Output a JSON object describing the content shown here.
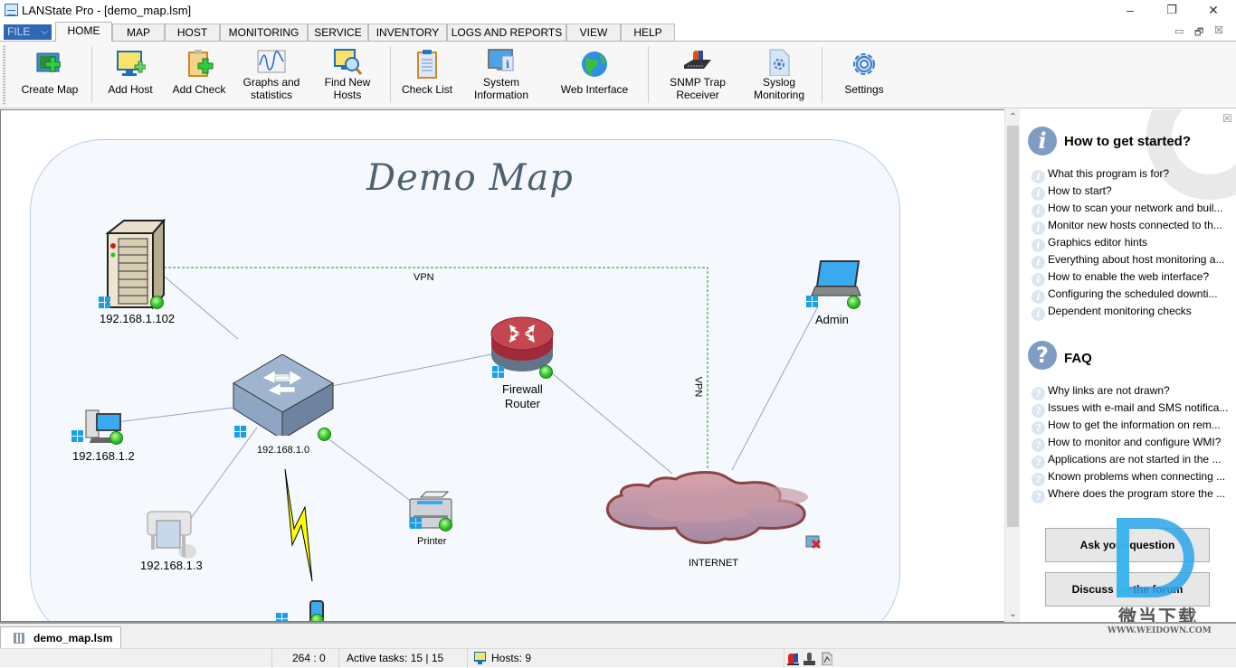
{
  "window": {
    "title": "LANState Pro - [demo_map.lsm]",
    "minimize": "–",
    "restore": "❐",
    "close": "✕"
  },
  "ribbon": {
    "file_label": "FILE",
    "tabs": [
      {
        "label": "HOME",
        "active": true
      },
      {
        "label": "MAP"
      },
      {
        "label": "HOST"
      },
      {
        "label": "MONITORING"
      },
      {
        "label": "SERVICE"
      },
      {
        "label": "INVENTORY"
      },
      {
        "label": "LOGS AND REPORTS"
      },
      {
        "label": "VIEW"
      },
      {
        "label": "HELP"
      }
    ],
    "mdi_buttons": [
      "▭",
      "🗗",
      "☒"
    ],
    "buttons": [
      {
        "label": "Create Map",
        "icon": "create-map-icon"
      },
      {
        "label": "Add Host",
        "icon": "add-host-icon"
      },
      {
        "label": "Add Check",
        "icon": "add-check-icon"
      },
      {
        "label": "Graphs and\nstatistics",
        "line1": "Graphs and",
        "line2": "statistics",
        "icon": "graphs-icon"
      },
      {
        "label": "Find New\nHosts",
        "line1": "Find New",
        "line2": "Hosts",
        "icon": "find-hosts-icon"
      },
      {
        "label": "Check List",
        "icon": "check-list-icon"
      },
      {
        "label": "System\nInformation",
        "line1": "System",
        "line2": "Information",
        "icon": "system-info-icon"
      },
      {
        "label": "Web Interface",
        "icon": "web-interface-icon"
      },
      {
        "label": "SNMP Trap\nReceiver",
        "line1": "SNMP Trap",
        "line2": "Receiver",
        "icon": "snmp-trap-icon"
      },
      {
        "label": "Syslog\nMonitoring",
        "line1": "Syslog",
        "line2": "Monitoring",
        "icon": "syslog-icon"
      },
      {
        "label": "Settings",
        "icon": "settings-icon"
      }
    ]
  },
  "map": {
    "title": "Demo Map",
    "nodes": [
      {
        "id": "server",
        "label": "192.168.1.102",
        "type": "server",
        "status": "online",
        "os": "windows"
      },
      {
        "id": "switch",
        "label": "192.168.1.0",
        "type": "switch",
        "status": "online",
        "os": "windows"
      },
      {
        "id": "pc",
        "label": "192.168.1.2",
        "type": "workstation",
        "status": "online",
        "os": "windows"
      },
      {
        "id": "plotter",
        "label": "192.168.1.3",
        "type": "plotter"
      },
      {
        "id": "printer",
        "label": "Printer",
        "type": "printer",
        "status": "online",
        "os": "windows"
      },
      {
        "id": "router",
        "label": "Firewall\nRouter",
        "label_line1": "Firewall",
        "label_line2": "Router",
        "type": "router",
        "status": "online",
        "os": "windows"
      },
      {
        "id": "admin",
        "label": "Admin",
        "type": "laptop",
        "status": "online",
        "os": "windows"
      },
      {
        "id": "internet",
        "label": "INTERNET",
        "type": "cloud"
      },
      {
        "id": "mobile",
        "label": "",
        "type": "phone",
        "status": "online",
        "os": "windows"
      }
    ],
    "links": [
      {
        "from": "server",
        "to": "switch"
      },
      {
        "from": "pc",
        "to": "switch"
      },
      {
        "from": "plotter",
        "to": "switch"
      },
      {
        "from": "printer",
        "to": "switch"
      },
      {
        "from": "switch",
        "to": "router"
      },
      {
        "from": "router",
        "to": "internet"
      },
      {
        "from": "admin",
        "to": "internet"
      },
      {
        "from": "server",
        "to": "internet",
        "style": "dashed",
        "label": "VPN"
      }
    ],
    "vpn_label_top": "VPN",
    "vpn_label_side": "VPN"
  },
  "help_panel": {
    "started_title": "How to get started?",
    "started_items": [
      "What this program is for?",
      "How to start?",
      "How to scan your network and buil...",
      "Monitor new hosts connected to th...",
      "Graphics editor hints",
      "Everything about host monitoring a...",
      "How to enable the web interface?",
      "Configuring the scheduled downti...",
      "Dependent monitoring checks"
    ],
    "faq_title": "FAQ",
    "faq_items": [
      "Why links are not drawn?",
      "Issues with e-mail and SMS notifica...",
      "How to get the information on rem...",
      "How to monitor and configure WMI?",
      "Applications are not started in the ...",
      "Known problems when connecting ...",
      "Where does the program store the ..."
    ],
    "ask_button": "Ask your question",
    "forum_button": "Discuss on the forum"
  },
  "watermark": {
    "cn": "微当下载",
    "url": "WWW.WEIDOWN.COM"
  },
  "doc_tab": "demo_map.lsm",
  "status": {
    "coords": "264 : 0",
    "active_tasks": "Active tasks: 15 | 15",
    "hosts": "Hosts: 9"
  }
}
